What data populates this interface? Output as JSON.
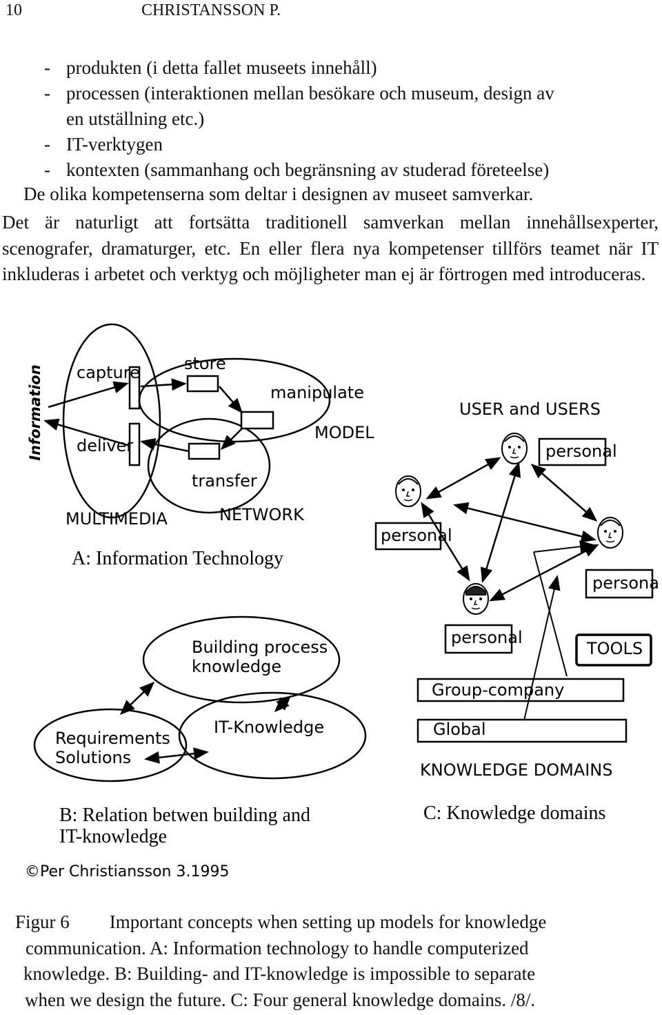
{
  "header": {
    "page_number": "10",
    "author": "CHRISTANSSON P."
  },
  "bullets": [
    "produkten (i detta fallet museets innehåll)",
    "processen (interaktionen mellan besökare och museum, design av",
    "en utställning etc.)",
    "IT-verktygen",
    "kontexten (sammanhang och begränsning av studerad företeelse)"
  ],
  "paragraph": {
    "line1": "De olika kompetenserna som deltar i designen av museet samverkar.",
    "body": "Det är naturligt att fortsätta traditionell samverkan mellan innehållsexperter, scenografer, dramaturger, etc. En eller flera nya kompetenser tillförs teamet när IT inkluderas i arbetet och verktyg och möjligheter man ej är förtrogen med introduceras."
  },
  "diagram_a": {
    "side_label": "Information",
    "capture": "capture",
    "deliver": "deliver",
    "store": "store",
    "manipulate": "manipulate",
    "model": "MODEL",
    "transfer": "transfer",
    "multimedia": "MULTIMEDIA",
    "network": "NETWORK",
    "caption": "A: Information Technology"
  },
  "diagram_b": {
    "building": "Building process",
    "building2": "knowledge",
    "it": "IT-Knowledge",
    "req": "Requirements",
    "sol": "Solutions",
    "caption1": "B: Relation betwen building and",
    "caption2": "IT-knowledge"
  },
  "diagram_c": {
    "title": "USER and USERS",
    "personal": "personal",
    "personal_cut": "persona",
    "tools": "TOOLS",
    "group": "Group-company",
    "global": "Global",
    "domains": "KNOWLEDGE DOMAINS",
    "caption": "C: Knowledge domains"
  },
  "copyright": "©Per Christiansson 3.1995",
  "figure_caption": {
    "label": "Figur 6",
    "text1": "Important concepts when setting up models for knowledge",
    "text2": "communication.  A: Information technology to handle computerized",
    "text3": "knowledge. B: Building- and IT-knowledge is impossible to separate",
    "text4": "when we design the future. C: Four general knowledge domains. /8/."
  }
}
